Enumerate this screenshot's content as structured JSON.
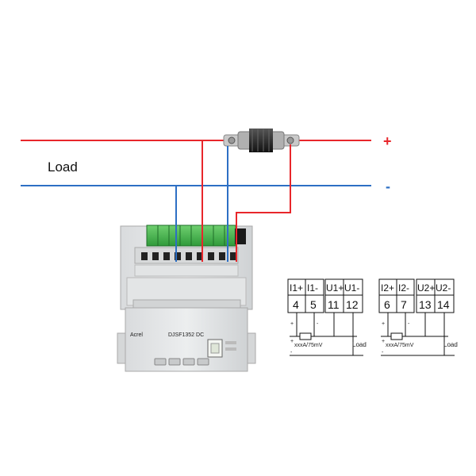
{
  "load_label": "Load",
  "plus_symbol": "+",
  "minus_symbol": "-",
  "colors": {
    "positive_line": "#e8262b",
    "negative_line": "#2d6fc4",
    "terminal_green": "#4caf50"
  },
  "device": {
    "brand": "Acrel",
    "model_text": "DJSF1352 DC",
    "icons": [
      "device-housing",
      "lcd-screen",
      "terminal-block",
      "shunt-resistor"
    ]
  },
  "schematics": [
    {
      "terminal_labels": [
        "I1+",
        "I1-",
        "U1+",
        "U1-"
      ],
      "terminal_numbers": [
        "4",
        "5",
        "11",
        "12"
      ],
      "shunt_label": "xxxA/75mV",
      "load_label": "Load",
      "plus": "+",
      "minus": "-"
    },
    {
      "terminal_labels": [
        "I2+",
        "I2-",
        "U2+",
        "U2-"
      ],
      "terminal_numbers": [
        "6",
        "7",
        "13",
        "14"
      ],
      "shunt_label": "xxxA/75mV",
      "load_label": "Load",
      "plus": "+",
      "minus": "-"
    }
  ]
}
